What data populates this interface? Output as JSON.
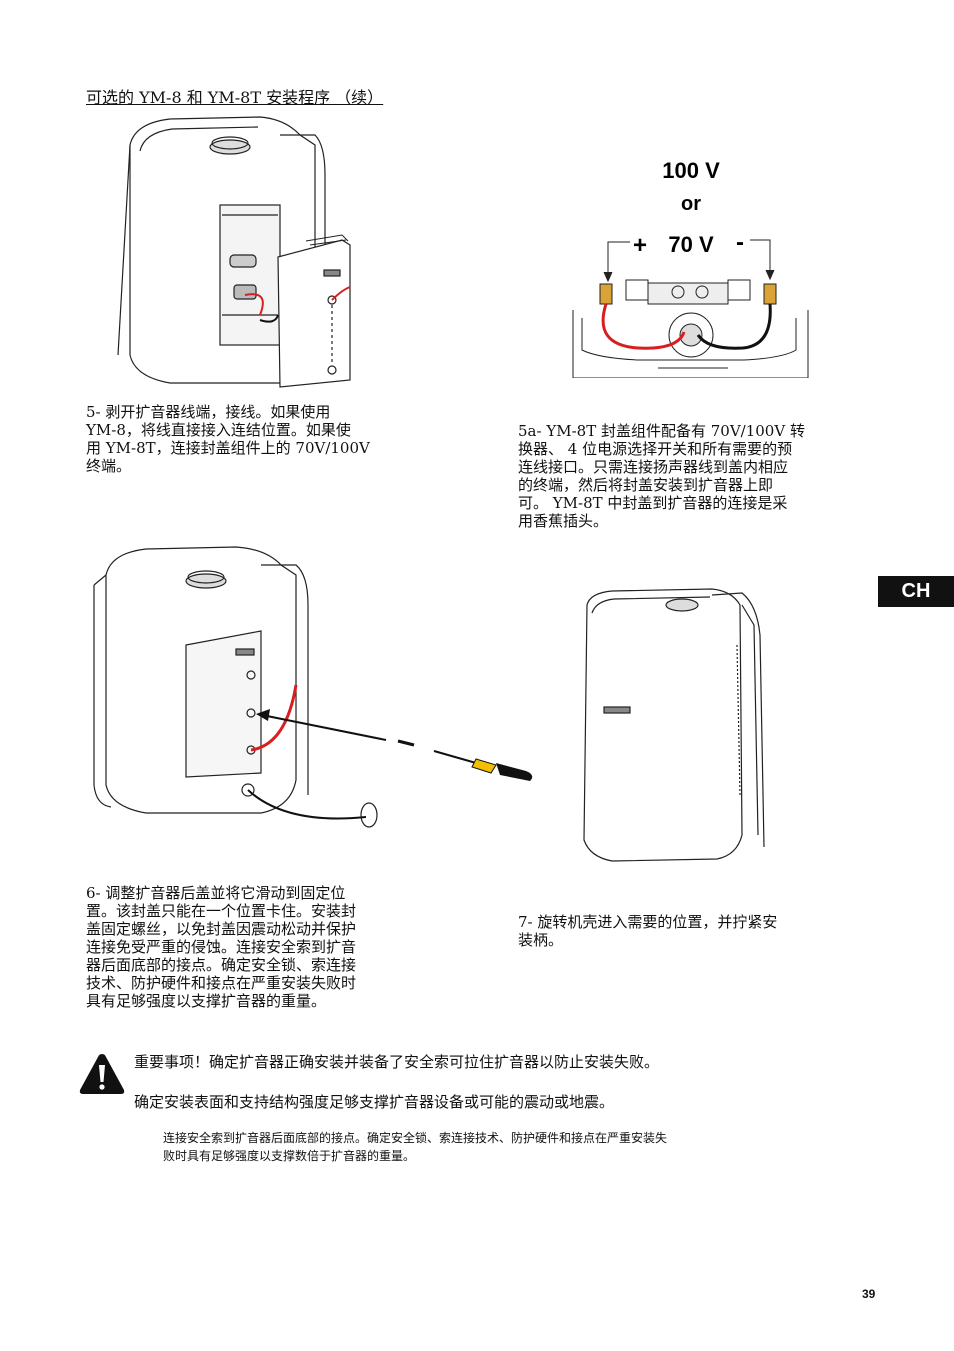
{
  "section_title": "可选的 YM-8 和 YM-8T 安装程序 （续）",
  "wiring_diagram": {
    "voltage_top": "100 V",
    "or_label": "or",
    "voltage_bottom": "70 V",
    "plus_sign": "+",
    "minus_sign": "-",
    "wire_colors": {
      "positive": "#d81e1e",
      "negative": "#111111"
    }
  },
  "step5": {
    "lines": [
      "5- 剥开扩音器线端，接线。如果使用",
      "YM-8，将线直接接入连结位置。如果使",
      "用 YM-8T，连接封盖组件上的 70V/100V",
      "终端。"
    ]
  },
  "step5a": {
    "lines": [
      "5a- YM-8T 封盖组件配备有 70V/100V 转",
      "换器、 4 位电源选择开关和所有需要的预",
      "连线接口。只需连接扬声器线到盖内相应",
      "的终端，然后将封盖安装到扩音器上即",
      "可。 YM-8T 中封盖到扩音器的连接是采",
      "用香蕉插头。"
    ]
  },
  "step6": {
    "lines": [
      "6- 调整扩音器后盖並将它滑动到固定位",
      "置。该封盖只能在一个位置卡住。安装封",
      "盖固定螺丝，以免封盖因震动松动并保护",
      "连接免受严重的侵蚀。连接安全索到扩音",
      "器后面底部的接点。确定安全锁、索连接",
      "技术、防护硬件和接点在严重安装失败时",
      "具有足够强度以支撑扩音器的重量。"
    ]
  },
  "step7": {
    "lines": [
      "7- 旋转机壳进入需要的位置，并拧紧安",
      "装柄。"
    ]
  },
  "warning": {
    "line1": "重要事项！确定扩音器正确安装并装备了安全索可拉住扩音器以防止安装失败。",
    "line2": "确定安装表面和支持结构强度足够支撑扩音器设备或可能的震动或地震。",
    "note_lines": [
      "连接安全索到扩音器后面底部的接点。确定安全锁、索连接技术、防护硬件和接点在严重安装失",
      "败时具有足够强度以支撑数倍于扩音器的重量。"
    ]
  },
  "language_tab": "CH",
  "page_number": "39",
  "icons": {
    "warning": "warning-triangle-icon"
  }
}
